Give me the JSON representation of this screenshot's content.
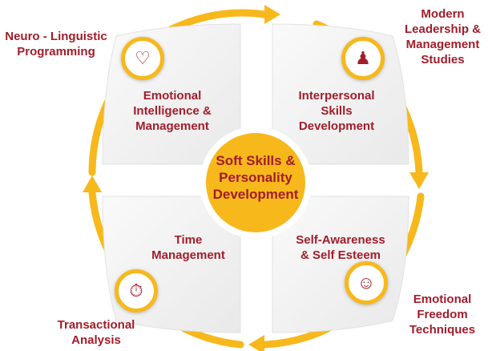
{
  "center": {
    "title": "Soft Skills &\nPersonality\nDevelopment"
  },
  "quadrants": [
    {
      "label": "Emotional\nIntelligence &\nManagement",
      "icon": "emotion-lightbulb-icon"
    },
    {
      "label": "Interpersonal\nSkills\nDevelopment",
      "icon": "team-communication-icon"
    },
    {
      "label": "Self-Awareness\n& Self Esteem",
      "icon": "self-reflection-icon"
    },
    {
      "label": "Time\nManagement",
      "icon": "stopwatch-head-icon"
    }
  ],
  "outer_labels": [
    "Neuro - Linguistic\nProgramming",
    "Modern\nLeadership &\nManagement\nStudies",
    "Emotional\nFreedom\nTechniques",
    "Transactional\nAnalysis"
  ],
  "colors": {
    "accent": "#F7B81C",
    "text": "#A11D2B",
    "panel": "#F1F1F1"
  }
}
